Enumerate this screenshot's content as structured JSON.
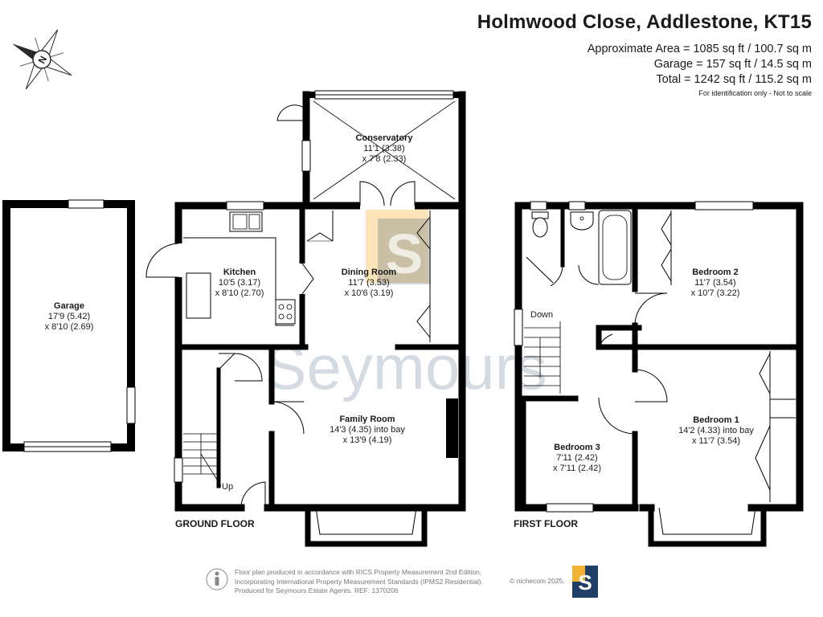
{
  "header": {
    "title": "Holmwood Close, Addlestone, KT15",
    "approx_area": "Approximate Area = 1085 sq ft / 100.7 sq m",
    "garage_area": "Garage = 157 sq ft / 14.5 sq m",
    "total_area": "Total = 1242 sq ft / 115.2 sq m",
    "note": "For identification only - Not to scale"
  },
  "compass": {
    "letter": "N"
  },
  "watermark": {
    "text": "Seymours",
    "logo_letter": "S"
  },
  "floors": {
    "ground": "GROUND FLOOR",
    "first": "FIRST FLOOR"
  },
  "rooms": {
    "garage": {
      "name": "Garage",
      "dim1": "17'9 (5.42)",
      "dim2": "x 8'10 (2.69)"
    },
    "conservatory": {
      "name": "Conservatory",
      "dim1": "11'1 (3.38)",
      "dim2": "x 7'8 (2.33)"
    },
    "kitchen": {
      "name": "Kitchen",
      "dim1": "10'5 (3.17)",
      "dim2": "x 8'10 (2.70)"
    },
    "dining": {
      "name": "Dining Room",
      "dim1": "11'7 (3.53)",
      "dim2": "x 10'6 (3.19)"
    },
    "family": {
      "name": "Family Room",
      "dim1": "14'3 (4.35) into bay",
      "dim2": "x 13'9 (4.19)"
    },
    "bedroom2": {
      "name": "Bedroom 2",
      "dim1": "11'7 (3.54)",
      "dim2": "x 10'7 (3.22)"
    },
    "bedroom1": {
      "name": "Bedroom 1",
      "dim1": "14'2 (4.33) into bay",
      "dim2": "x 11'7 (3.54)"
    },
    "bedroom3": {
      "name": "Bedroom 3",
      "dim1": "7'11 (2.42)",
      "dim2": "x 7'11 (2.42)"
    }
  },
  "stairs": {
    "up": "Up",
    "down": "Down"
  },
  "footer": {
    "line1": "Floor plan produced in accordance with RICS Property Measurement 2nd Edition,",
    "line2": "Incorporating International Property Measurement Standards (IPMS2 Residential).",
    "line3": "Produced for Seymours Estate Agents.   REF: 1370206",
    "copyright": "© nichecom 2025.",
    "logo_letter": "S"
  },
  "colors": {
    "wall": "#000000",
    "watermark": "#c8d0da",
    "logo_navy": "#1f3f66",
    "logo_gold": "#f2b233"
  }
}
